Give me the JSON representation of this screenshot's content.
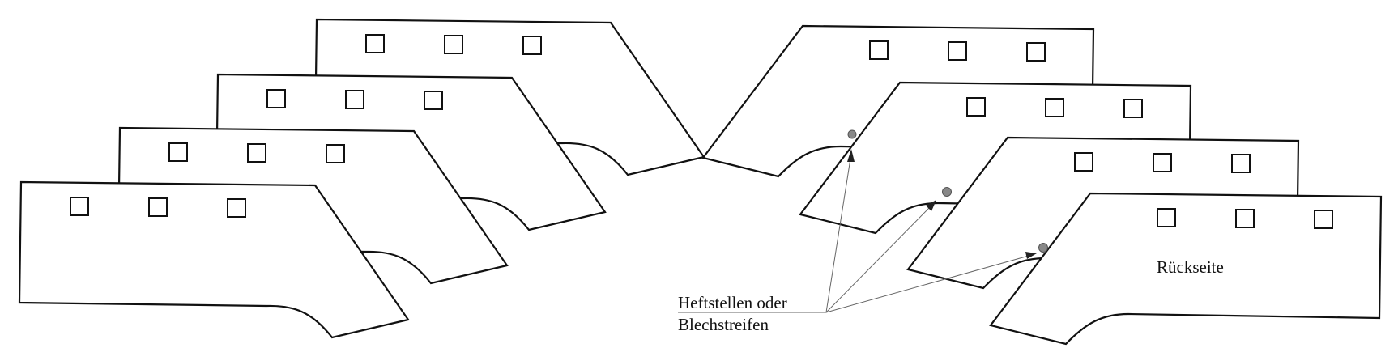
{
  "diagram": {
    "labels": {
      "annotation_line1": "Heftstellen oder",
      "annotation_line2": "Blechstreifen",
      "back_side": "Rückseite"
    },
    "left_stack_count": 4,
    "right_stack_count": 4,
    "holes_per_panel": 3
  }
}
